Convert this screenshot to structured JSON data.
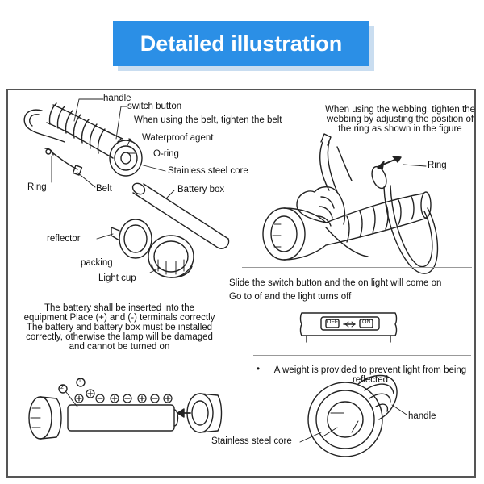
{
  "header": {
    "title": "Detailed illustration"
  },
  "parts_diagram": {
    "labels": {
      "handle": "handle",
      "switch_button": "switch button",
      "belt_note": "When using the belt, tighten the belt",
      "waterproof_agent": "Waterproof agent",
      "o_ring": "O-ring",
      "stainless_core": "Stainless steel core",
      "ring": "Ring",
      "belt": "Belt",
      "battery_box": "Battery box",
      "reflector": "reflector",
      "packing": "packing",
      "light_cup": "Light cup"
    }
  },
  "webbing_panel": {
    "text": "When using the webbing, tighten the webbing by adjusting the position of the ring as shown in the figure",
    "ring_label": "Ring"
  },
  "switch_panel": {
    "line1": "Slide the switch button and the on light will come on",
    "line2": "Go to of and the light turns off",
    "off_label": "OFF",
    "on_label": "ON"
  },
  "battery_panel": {
    "text": "The battery shall be inserted into the equipment Place (+) and (-) terminals correctly The battery and battery box must be installed correctly, otherwise the lamp will be damaged and cannot be turned on",
    "step1": "1",
    "step2": "2"
  },
  "weight_panel": {
    "bullet": "•",
    "text": "A weight is provided to prevent light from being reflected",
    "handle_label": "handle",
    "core_label": "Stainless steel core"
  }
}
